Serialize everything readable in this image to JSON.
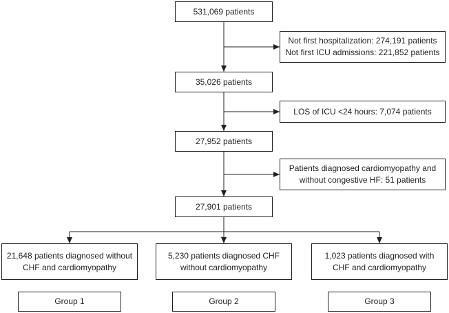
{
  "main_boxes": {
    "total": "531,069 patients",
    "after_first": "35,026 patients",
    "after_los": "27,952 patients",
    "final": "27,901 patients"
  },
  "exclusions": {
    "first_line1": "Not first hospitalization: 274,191 patients",
    "first_line2": "Not first ICU admissions: 221,852 patients",
    "los": "LOS of ICU <24 hours: 7,074 patients",
    "cardio_line1": "Patients diagnosed cardiomyopathy and",
    "cardio_line2": "without congestive HF: 51 patients"
  },
  "subgroups": [
    {
      "line1": "21,648 patients diagnosed without",
      "line2": "CHF and cardiomyopathy",
      "group": "Group 1"
    },
    {
      "line1": "5,230 patients diagnosed CHF",
      "line2": "without cardiomyopathy",
      "group": "Group 2"
    },
    {
      "line1": "1,023 patients diagnosed with",
      "line2": "CHF and cardiomyopathy",
      "group": "Group 3"
    }
  ],
  "colors": {
    "line": "#231f20",
    "text": "#231f20",
    "background": "#ffffff"
  }
}
